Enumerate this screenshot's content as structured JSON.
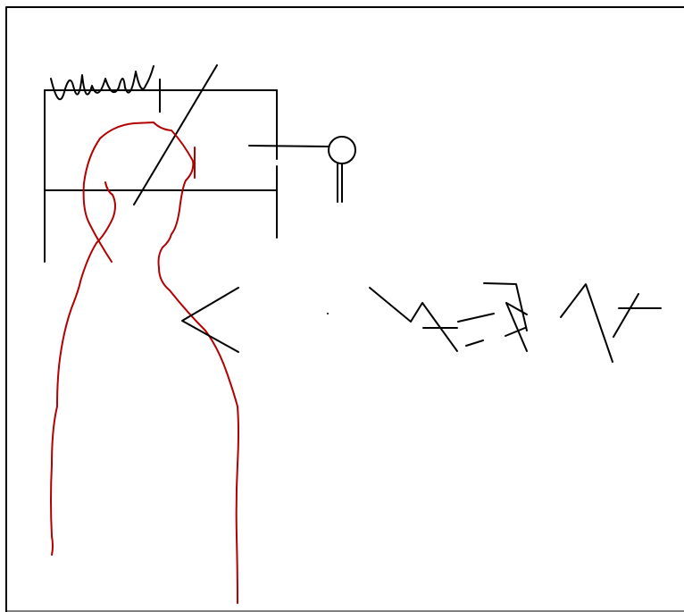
{
  "canvas": {
    "background": "#ffffff"
  },
  "colors": {
    "ink": "#000000",
    "figure": "#b30000",
    "frame": "#000000"
  },
  "strokes": {
    "circuit": [
      "zigzag-resistor",
      "box-top-wire",
      "box-left-wire",
      "box-right-wire",
      "box-middle-wire",
      "diagonal-switch",
      "lead-to-bulb",
      "lamp-bulb"
    ],
    "figure": [
      "person-silhouette"
    ],
    "scribbles": [
      "arrow-chevron",
      "letter-scribble-1",
      "letter-scribble-2",
      "letter-scribble-3",
      "letter-scribble-4"
    ]
  }
}
